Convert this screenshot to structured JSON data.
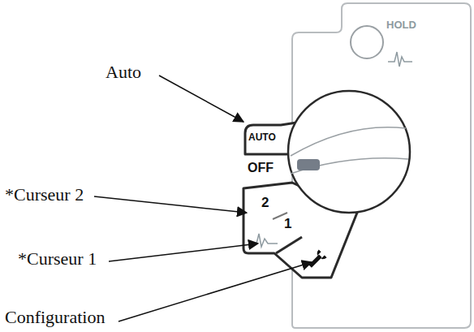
{
  "diagram": {
    "labels": [
      "Auto",
      "*Curseur 2",
      "*Curseur 1",
      "Configuration",
      "HOLD",
      "AUTO",
      "OFF",
      "2",
      "1"
    ]
  }
}
